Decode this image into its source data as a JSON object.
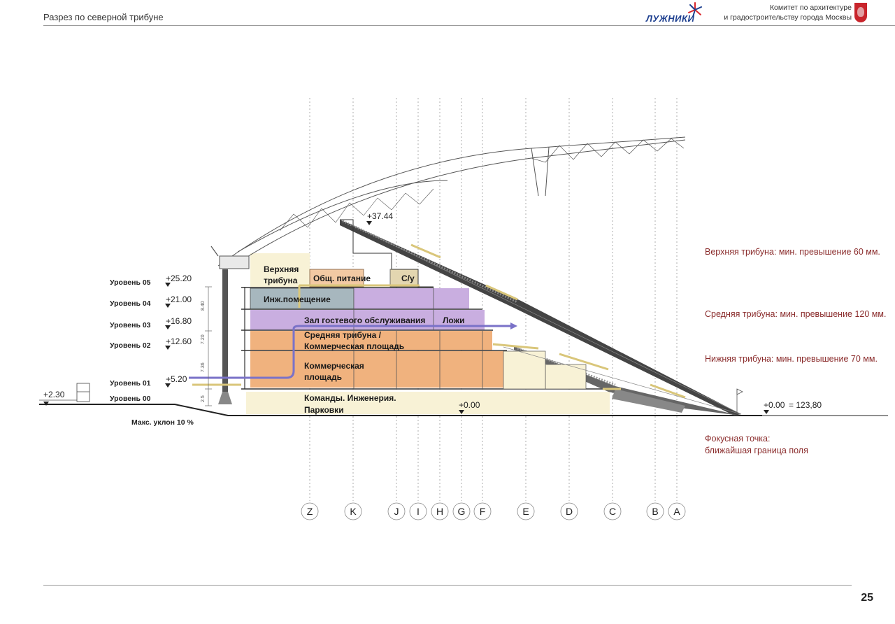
{
  "header": {
    "title": "Разрез по северной трибуне",
    "logo_text": "ЛУЖНИКИ",
    "committee_line1": "Комитет по архитектуре",
    "committee_line2": "и градостроительству города Москвы"
  },
  "page_number": "25",
  "levels": [
    {
      "label": "Уровень 05",
      "elevation": "+25.20"
    },
    {
      "label": "Уровень 04",
      "elevation": "+21.00"
    },
    {
      "label": "Уровень 03",
      "elevation": "+16.80"
    },
    {
      "label": "Уровень 02",
      "elevation": "+12.60"
    },
    {
      "label": "Уровень 01",
      "elevation": "+5.20"
    },
    {
      "label": "Уровень 00",
      "elevation": ""
    }
  ],
  "elevations": {
    "top": "+37.44",
    "left_ground": "+2.30",
    "zero_mid": "+0.00",
    "zero_right": "+0.00",
    "distance": "= 123,80"
  },
  "slope_label": "Макс. уклон 10 %",
  "rooms": {
    "upper_stand_1": "Верхняя",
    "upper_stand_2": "трибуна",
    "catering": "Общ. питание",
    "wc": "С/у",
    "engineering": "Инж.помещение",
    "hospitality": "Зал гостевого обслуживания",
    "boxes": "Ложи",
    "middle_stand_1": "Средняя трибуна /",
    "middle_stand_2": "Коммерческая площадь",
    "commercial_1": "Коммерческая",
    "commercial_2": "площадь",
    "teams_1": "Команды. Инженерия.",
    "teams_2": "Парковки"
  },
  "dimensions": [
    "8.40",
    "7.20",
    "7.36",
    "2.5"
  ],
  "notes": {
    "upper": "Верхняя трибуна: мин. превышение 60 мм.",
    "middle": "Средняя трибуна: мин. превышение 120 мм.",
    "lower": "Нижняя трибуна: мин. превышение 70 мм.",
    "focus_1": "Фокусная точка:",
    "focus_2": "ближайшая граница поля"
  },
  "axes": [
    "Z",
    "K",
    "J",
    "I",
    "H",
    "G",
    "F",
    "E",
    "D",
    "C",
    "B",
    "A"
  ],
  "colors": {
    "orange": "#f0b27e",
    "purple": "#c9aee0",
    "gray_blue": "#a7b7be",
    "peach": "#f2c9a3",
    "cream": "#f8f2d6",
    "tan": "#e3d6b0",
    "flow_arrow": "#7a72c8",
    "flow_yellow": "#d9c67a",
    "note_text": "#8a2b2b"
  }
}
